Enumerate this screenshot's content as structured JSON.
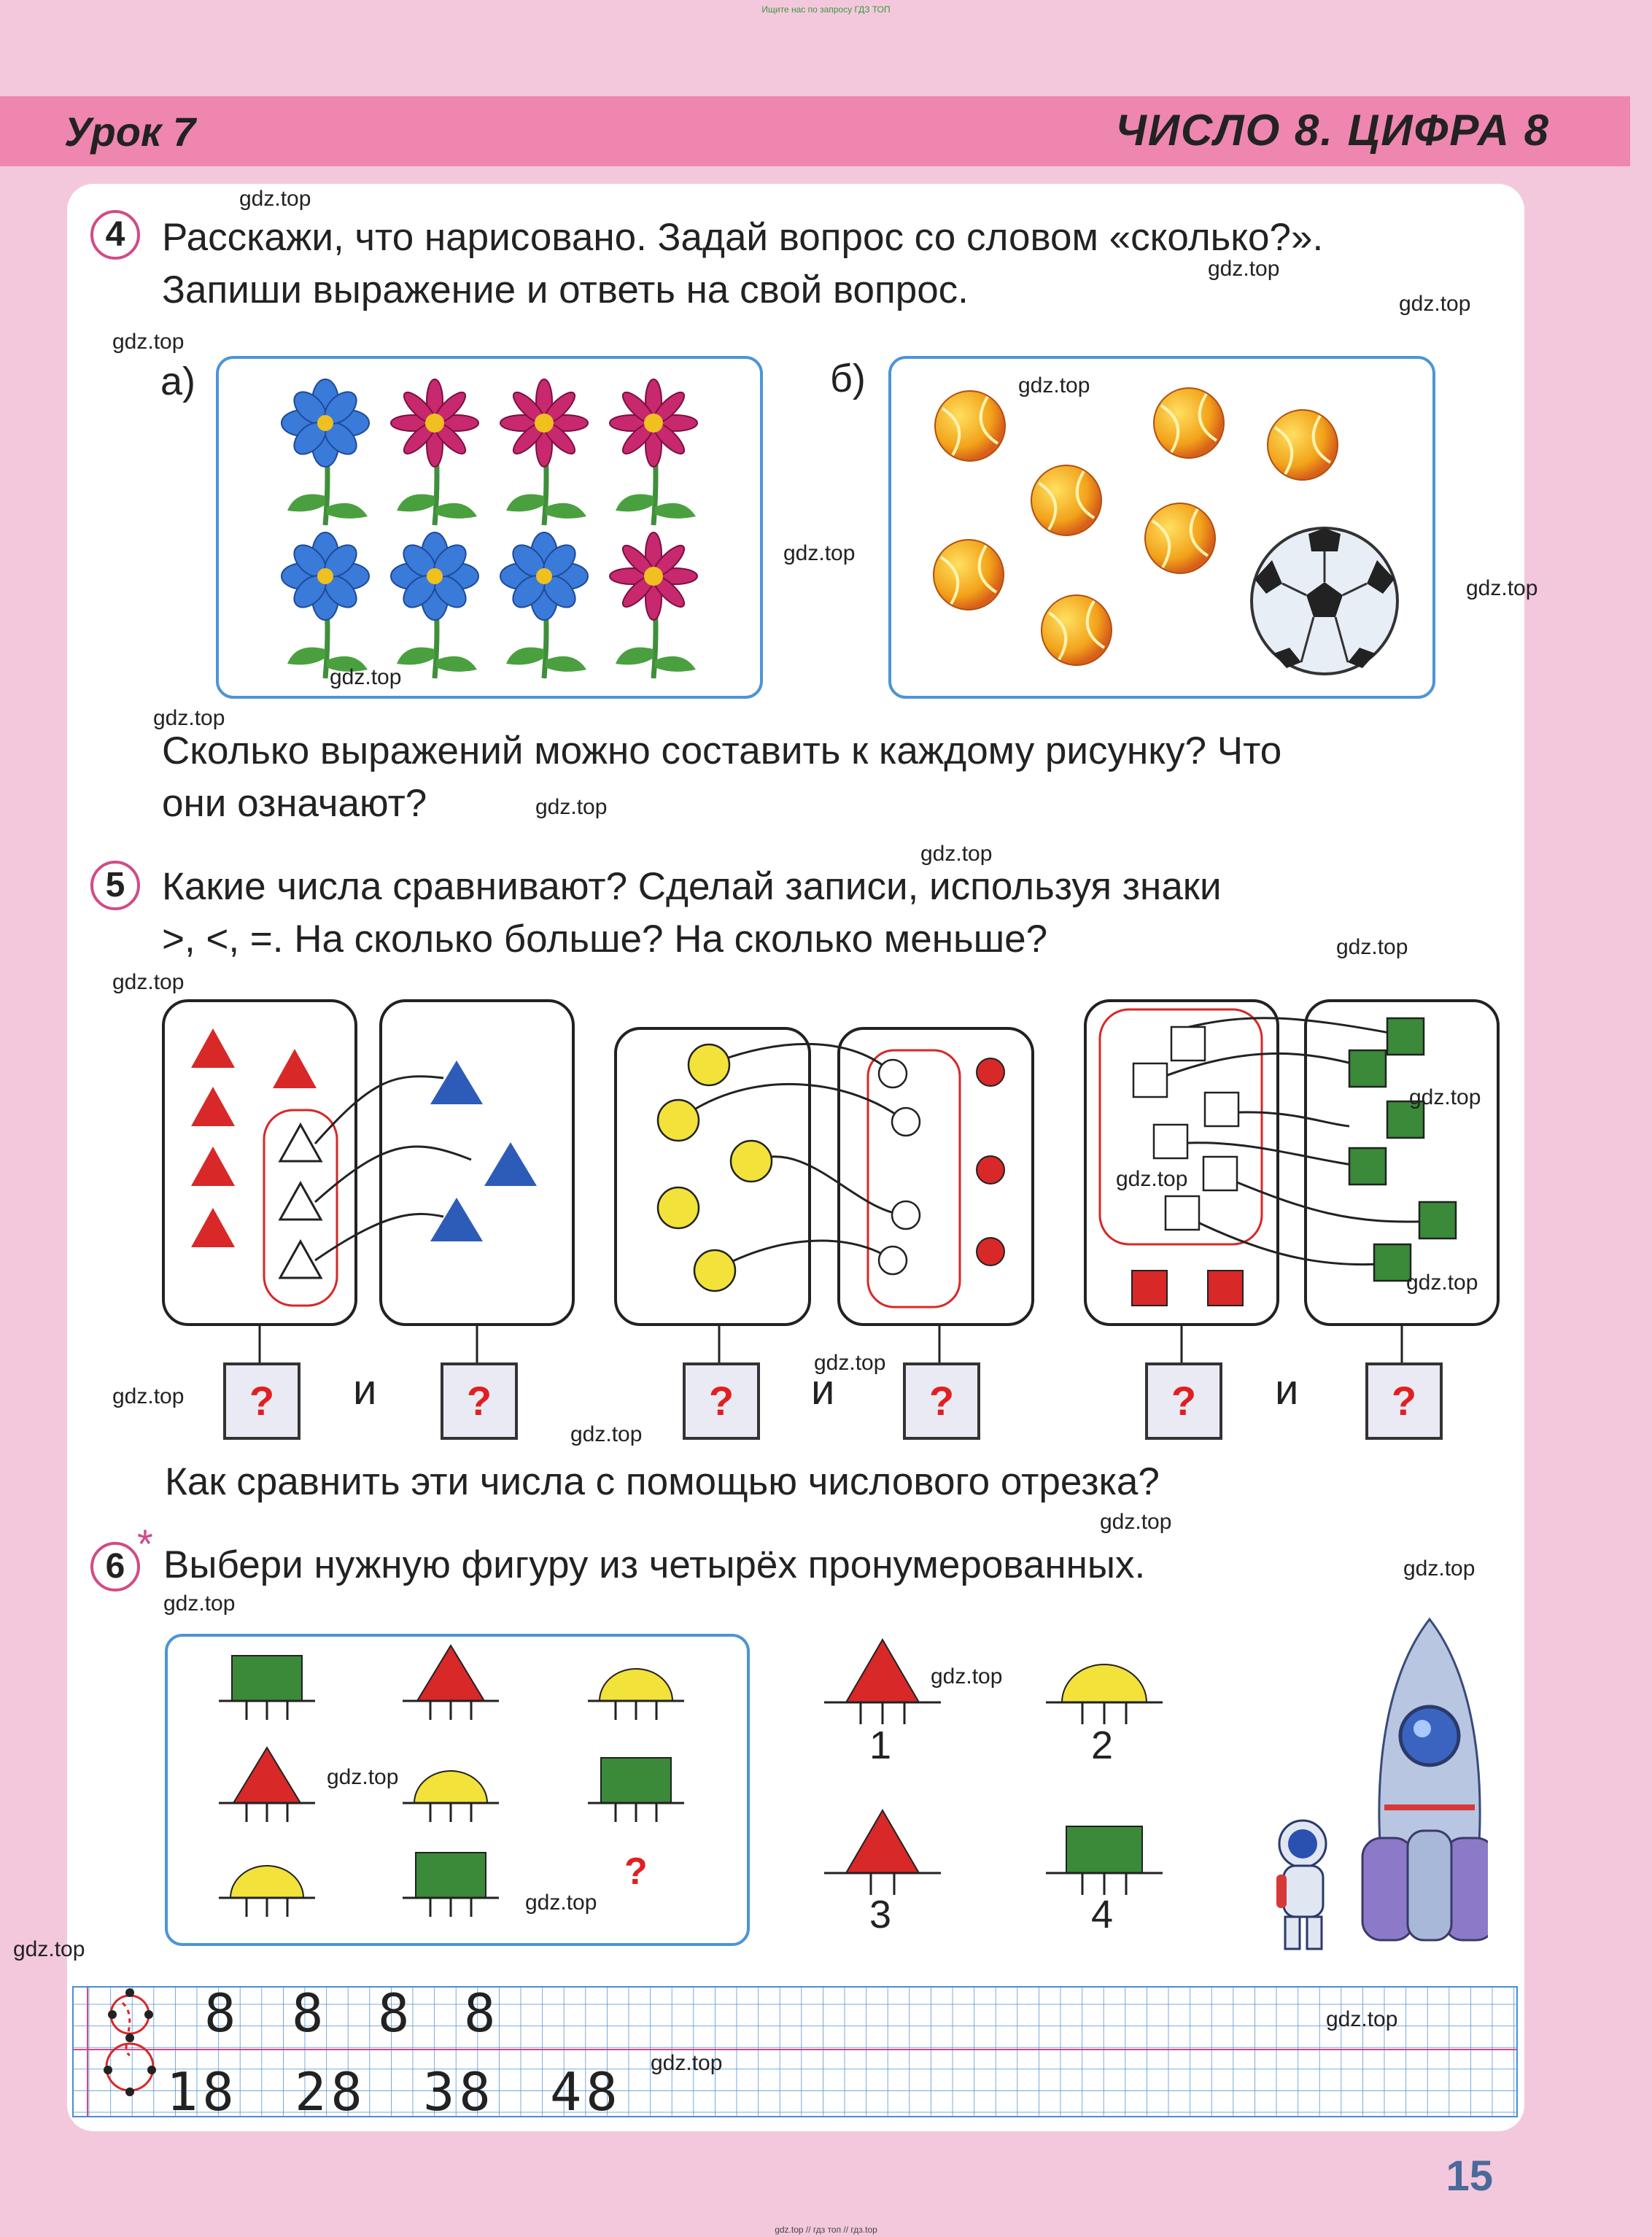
{
  "top_note": "Ищите нас по запросу ГДЗ ТОП",
  "bottom_note": "gdz.top // гдз топ // гдз.top",
  "header": {
    "lesson": "Урок 7",
    "topic": "ЧИСЛО 8. ЦИФРА 8"
  },
  "task4": {
    "number": "4",
    "text_line1": "Расскажи, что нарисовано. Задай вопрос со словом «сколько?».",
    "text_line2": "Запиши выражение и ответь на свой вопрос.",
    "label_a": "а)",
    "label_b": "б)",
    "question_line1": "Сколько выражений можно составить к каждому рисунку? Что",
    "question_line2": "они означают?"
  },
  "task5": {
    "number": "5",
    "text_line1": "Какие числа сравнивают? Сделай записи, используя знаки",
    "text_line2": ">, <, =. На сколько больше? На сколько меньше?",
    "qmark": "?",
    "and_word": "и",
    "question": "Как сравнить эти числа с помощью числового отрезка?"
  },
  "task6": {
    "number": "6",
    "star": "*",
    "text": "Выбери нужную фигуру из четырёх пронумерованных.",
    "qmark": "?",
    "options": [
      "1",
      "2",
      "3",
      "4"
    ]
  },
  "copybook": {
    "row1": [
      "8",
      "8",
      "8",
      "8"
    ],
    "row2": [
      "18",
      "28",
      "38",
      "48"
    ]
  },
  "page_number": "15",
  "watermark": "gdz.top",
  "colors": {
    "accent_pink": "#ee86b0",
    "frame_blue": "#4d94d6",
    "red": "#d82828",
    "green": "#3a8a3a",
    "yellow": "#f2e23a",
    "blue": "#2d5cb8"
  }
}
